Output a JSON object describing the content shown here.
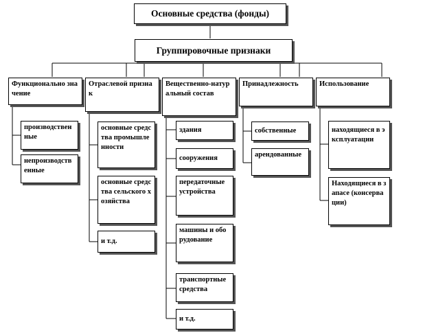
{
  "title": "Основные средства (фонды)",
  "group": "Группировочные признаки",
  "categories": [
    {
      "label": "Функционально значение",
      "items": [
        "производственные",
        "непроизводственные"
      ]
    },
    {
      "label": "Отраслевой признак",
      "items": [
        "основные средства промышленности",
        "основные средства сельского хозяйства",
        "и т.д."
      ]
    },
    {
      "label": "Вещественно-натуральный состав",
      "items": [
        "здания",
        "сооружения",
        "передаточные устройства",
        "машины и оборудование",
        "транспортные средства",
        "и т.д."
      ]
    },
    {
      "label": "Принадлежность",
      "items": [
        "собственные",
        "арендованные"
      ]
    },
    {
      "label": "Использование",
      "items": [
        "находящиеся в эксплуатации",
        "Находящиеся в запасе (консервации)"
      ]
    }
  ]
}
